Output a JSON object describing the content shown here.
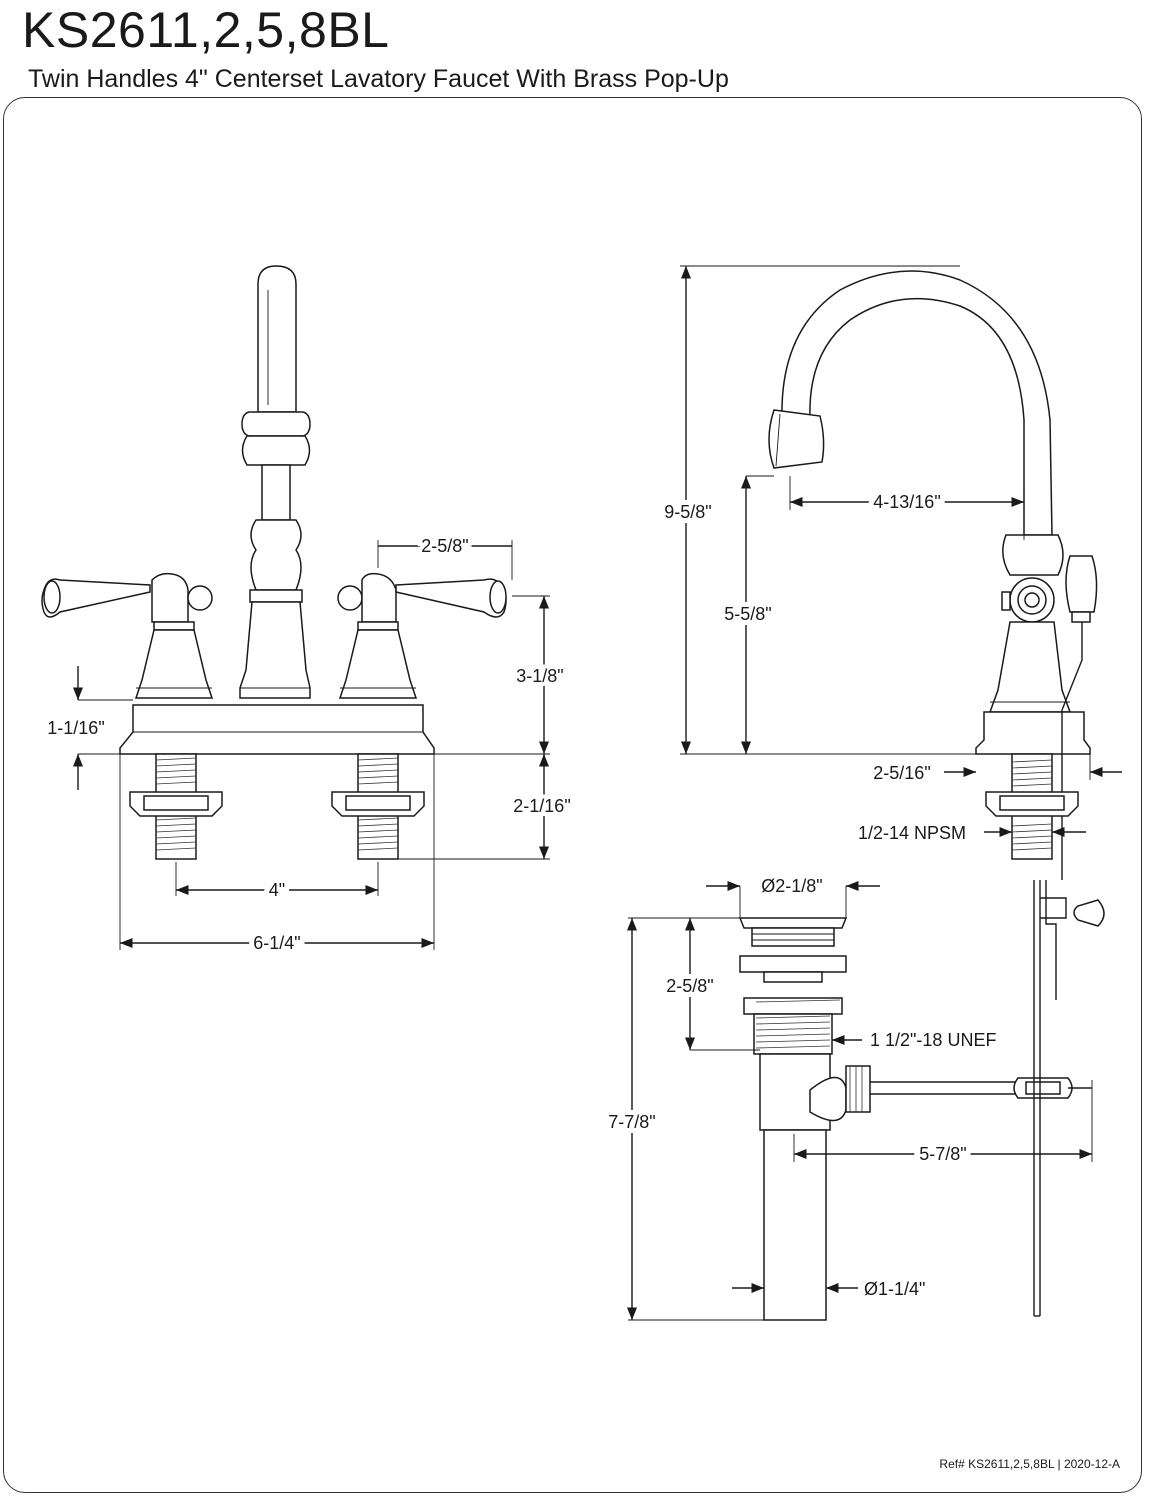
{
  "header": {
    "title": "KS2611,2,5,8BL",
    "subtitle": "Twin Handles 4\" Centerset Lavatory Faucet With Brass Pop-Up"
  },
  "front_view": {
    "dims": {
      "handle_height": "2-5/8\"",
      "body_height": "3-1/8\"",
      "base_height": "1-1/16\"",
      "shank_length": "2-1/16\"",
      "center_spacing": "4\"",
      "overall_width": "6-1/4\""
    }
  },
  "side_view": {
    "dims": {
      "overall_height": "9-5/8\"",
      "spout_reach": "4-13/16\"",
      "spout_clearance": "5-5/8\"",
      "base_depth": "2-5/16\"",
      "connection": "1/2-14 NPSM"
    }
  },
  "drain_view": {
    "dims": {
      "flange_dia": "Ø2-1/8\"",
      "flange_height": "2-5/8\"",
      "thread": "1 1/2\"-18 UNEF",
      "total_height": "7-7/8\"",
      "rod_reach": "5-7/8\"",
      "tail_dia": "Ø1-1/4\""
    }
  },
  "footer": {
    "ref": "Ref# KS2611,2,5,8BL | 2020-12-A"
  }
}
